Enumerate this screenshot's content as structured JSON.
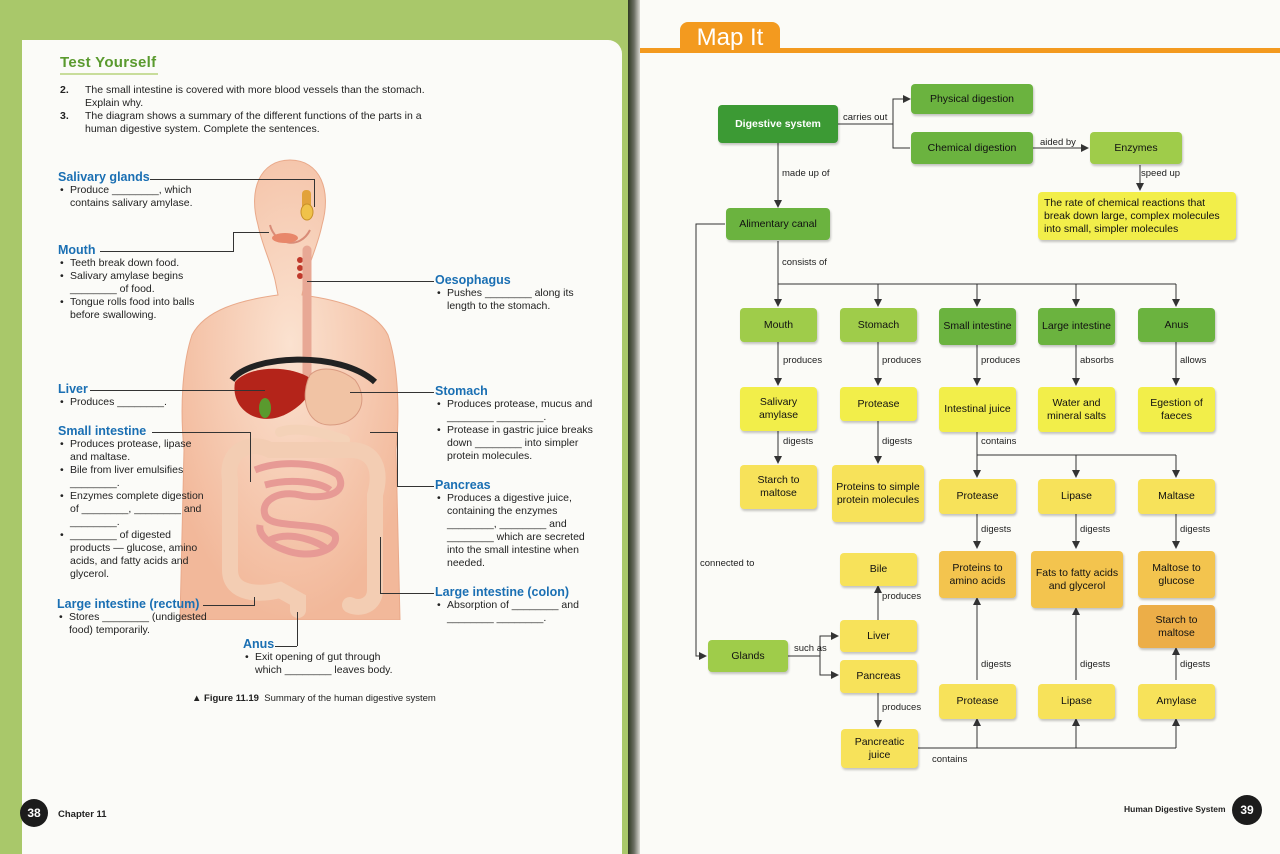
{
  "left": {
    "section_title": "Test Yourself",
    "questions": [
      {
        "num": "2.",
        "text": "The small intestine is covered with more blood vessels than the stomach. Explain why."
      },
      {
        "num": "3.",
        "text": "The diagram shows a summary of the different functions of the parts in a human digestive system. Complete the sentences."
      }
    ],
    "labels": {
      "salivary": {
        "title": "Salivary glands",
        "lines": [
          "Produce ________, which contains salivary amylase."
        ]
      },
      "mouth": {
        "title": "Mouth",
        "lines": [
          "Teeth break down food.",
          "Salivary amylase begins ________ of food.",
          "Tongue rolls food into balls before swallowing."
        ]
      },
      "liver": {
        "title": "Liver",
        "lines": [
          "Produces ________."
        ]
      },
      "small_int": {
        "title": "Small intestine",
        "lines": [
          "Produces protease, lipase and maltase.",
          "Bile from liver emulsifies ________.",
          "Enzymes complete digestion of ________, ________ and ________.",
          "________ of digested products — glucose, amino acids, and fatty acids and glycerol."
        ]
      },
      "large_rect": {
        "title": "Large intestine (rectum)",
        "lines": [
          "Stores ________ (undigested food) temporarily."
        ]
      },
      "anus": {
        "title": "Anus",
        "lines": [
          "Exit opening of gut through which ________ leaves body."
        ]
      },
      "oesophagus": {
        "title": "Oesophagus",
        "lines": [
          "Pushes ________ along its length to the stomach."
        ]
      },
      "stomach": {
        "title": "Stomach",
        "lines": [
          "Produces protease, mucus and ________ ________.",
          "Protease in gastric juice breaks down ________ into simpler protein molecules."
        ]
      },
      "pancreas": {
        "title": "Pancreas",
        "lines": [
          "Produces a digestive juice, containing the enzymes ________, ________ and ________ which are secreted into the small intestine when needed."
        ]
      },
      "large_colon": {
        "title": "Large intestine (colon)",
        "lines": [
          "Absorption of ________ and ________ ________."
        ]
      }
    },
    "figure_caption_bold": "▲ Figure 11.19",
    "figure_caption": "Summary of the human digestive system",
    "page_number": "38",
    "chapter": "Chapter 11"
  },
  "right": {
    "header": "Map It",
    "page_number": "39",
    "running_title": "Human Digestive System",
    "nodes": {
      "digestive_system": "Digestive system",
      "physical_digestion": "Physical digestion",
      "chemical_digestion": "Chemical digestion",
      "enzymes": "Enzymes",
      "rate_text": "The rate of chemical reactions that break down large, complex molecules into small, simpler molecules",
      "alimentary_canal": "Alimentary canal",
      "mouth": "Mouth",
      "stomach": "Stomach",
      "small_intestine": "Small intestine",
      "large_intestine": "Large intestine",
      "anus": "Anus",
      "salivary_amylase": "Salivary amylase",
      "protease_stomach": "Protease",
      "intestinal_juice": "Intestinal juice",
      "water_salts": "Water and mineral salts",
      "egestion": "Egestion of faeces",
      "starch_maltose": "Starch to maltose",
      "proteins_simple": "Proteins to simple protein molecules",
      "protease_si": "Protease",
      "lipase_si": "Lipase",
      "maltase": "Maltase",
      "bile": "Bile",
      "proteins_amino": "Proteins to amino acids",
      "fats_fatty": "Fats to fatty acids and glycerol",
      "maltose_glucose": "Maltose to glucose",
      "starch_maltose2": "Starch to maltose",
      "liver": "Liver",
      "glands": "Glands",
      "pancreas": "Pancreas",
      "protease_pj": "Protease",
      "lipase_pj": "Lipase",
      "amylase": "Amylase",
      "pancreatic_juice": "Pancreatic juice"
    },
    "edges": {
      "carries_out": "carries out",
      "aided_by": "aided by",
      "made_up_of": "made up of",
      "speed_up": "speed up",
      "consists_of": "consists of",
      "produces": "produces",
      "absorbs": "absorbs",
      "allows": "allows",
      "digests": "digests",
      "contains": "contains",
      "connected_to": "connected to",
      "such_as": "such as"
    }
  },
  "colors": {
    "accent_orange": "#f39a1f",
    "label_blue": "#1a6fb3",
    "node_dark_green": "#3c9a34",
    "node_yellow": "#f2ee4a",
    "node_orange": "#f3c44e"
  }
}
